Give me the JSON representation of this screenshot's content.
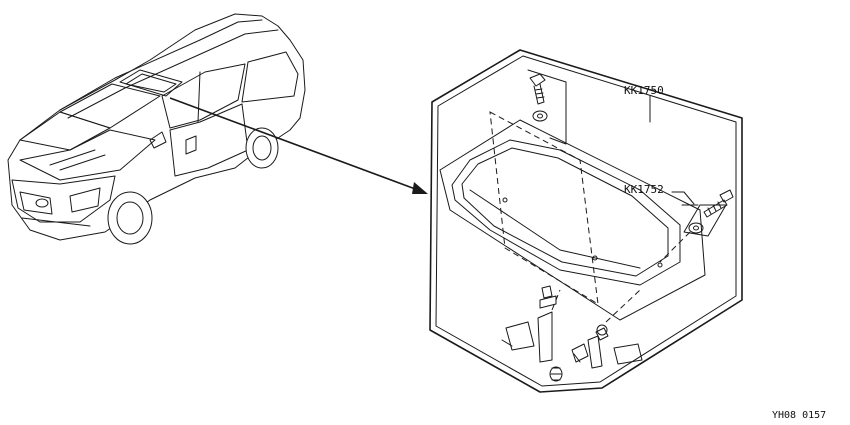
{
  "labels": {
    "assembly": "KK1750",
    "spoiler": "KK1752",
    "figure_code": "YH08 0157"
  }
}
